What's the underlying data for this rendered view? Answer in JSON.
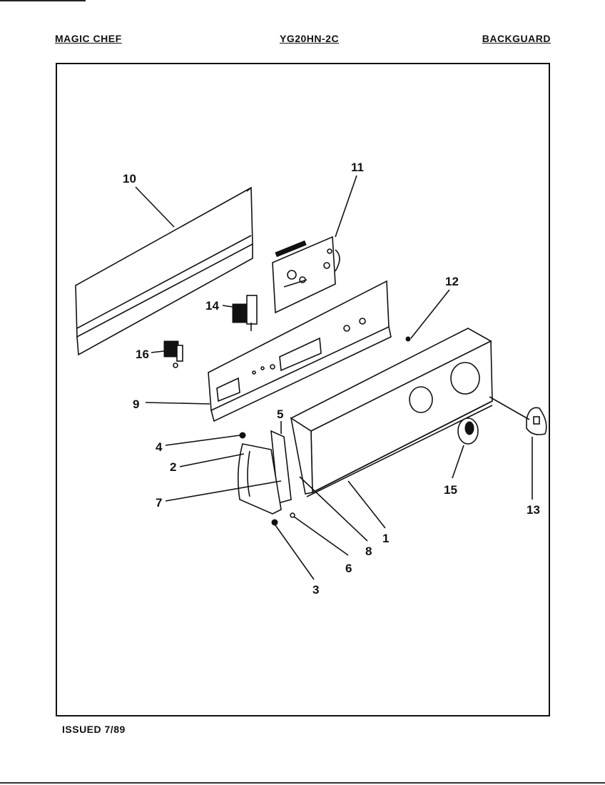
{
  "header": {
    "brand": "MAGIC CHEF",
    "model": "YG20HN-2C",
    "section": "BACKGUARD"
  },
  "footer": {
    "issued": "ISSUED 7/89"
  },
  "callouts": [
    "1",
    "2",
    "3",
    "4",
    "5",
    "6",
    "7",
    "8",
    "9",
    "10",
    "11",
    "12",
    "13",
    "14",
    "15",
    "16"
  ]
}
